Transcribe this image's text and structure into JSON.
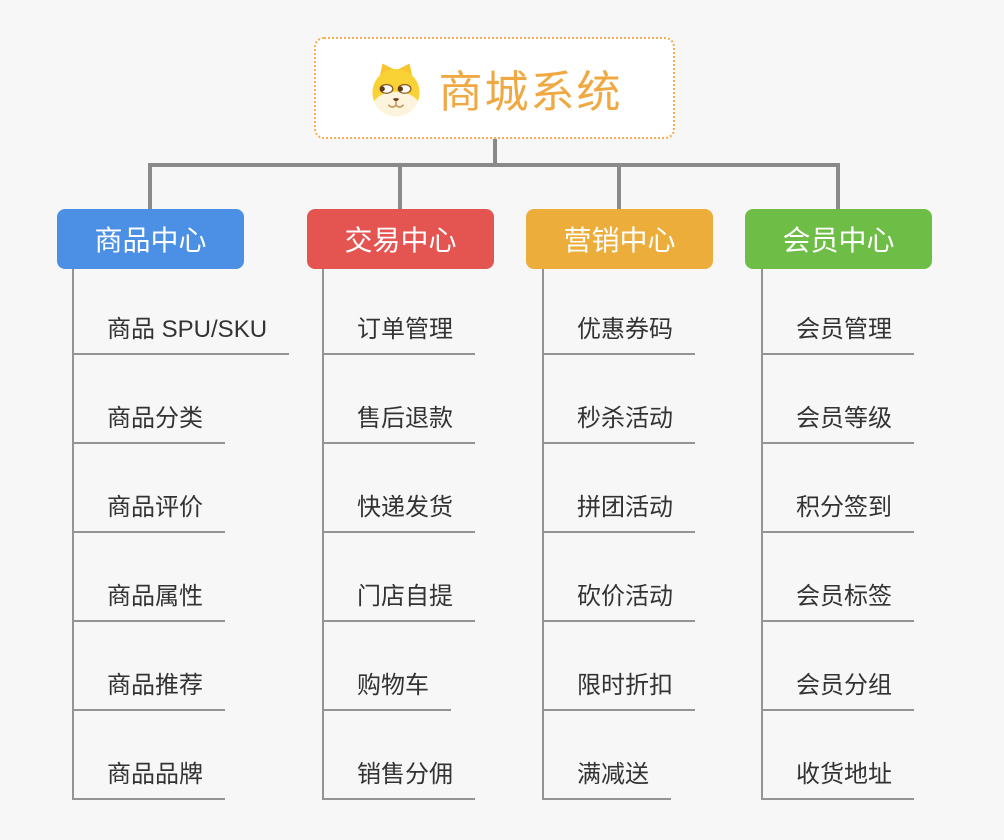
{
  "canvas": {
    "background": "#F7F7F7",
    "connector_color": "#8A8A8A"
  },
  "root": {
    "title": "商城系统",
    "icon": "dog-face-icon",
    "title_color": "#F0A842",
    "border_color": "#F3AD4F"
  },
  "branches": [
    {
      "label": "商品中心",
      "color": "#4B90E4",
      "items": [
        "商品 SPU/SKU",
        "商品分类",
        "商品评价",
        "商品属性",
        "商品推荐",
        "商品品牌"
      ]
    },
    {
      "label": "交易中心",
      "color": "#E45552",
      "items": [
        "订单管理",
        "售后退款",
        "快递发货",
        "门店自提",
        "购物车",
        "销售分佣"
      ]
    },
    {
      "label": "营销中心",
      "color": "#ECAD3B",
      "items": [
        "优惠券码",
        "秒杀活动",
        "拼团活动",
        "砍价活动",
        "限时折扣",
        "满减送"
      ]
    },
    {
      "label": "会员中心",
      "color": "#6EBD46",
      "items": [
        "会员管理",
        "会员等级",
        "积分签到",
        "会员标签",
        "会员分组",
        "收货地址"
      ]
    }
  ]
}
